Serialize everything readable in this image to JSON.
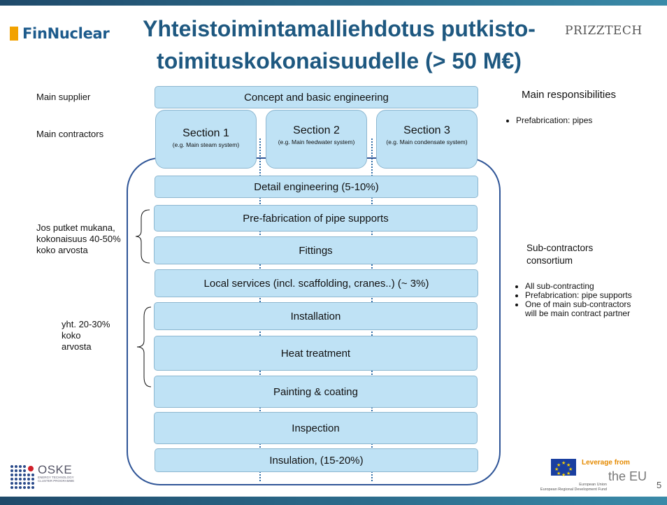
{
  "logos": {
    "finnuclear": "FinNuclear",
    "prizztech": "PRIZZTECH",
    "oske": "OSKE",
    "oske_sub1": "ENERGY TECHNOLOGY",
    "oske_sub2": "CLUSTER PROGRAMME",
    "eu_leverage": "Leverage from",
    "eu_the": "the EU",
    "eu_union": "European Union",
    "eu_fund": "European Regional Development Fund"
  },
  "title": {
    "line1": "Yhteistoimintamalliehdotus putkisto-",
    "line2": "toimituskokonaisuudelle (> 50 M€)"
  },
  "left_labels": {
    "main_supplier": "Main supplier",
    "main_contractors": "Main contractors",
    "jos_putket": "Jos putket mukana, kokonaisuus 40-50% koko arvosta",
    "yht": "yht. 20-30% koko arvosta"
  },
  "boxes": {
    "concept": "Concept and basic engineering",
    "section1_title": "Section 1",
    "section1_sub": "(e.g. Main steam system)",
    "section2_title": "Section 2",
    "section2_sub": "(e.g. Main feedwater system)",
    "section3_title": "Section 3",
    "section3_sub": "(e.g. Main condensate system)",
    "detail": "Detail engineering (5-10%)",
    "prefab": "Pre-fabrication of pipe supports",
    "fittings": "Fittings",
    "local": "Local services (incl. scaffolding, cranes..) (~ 3%)",
    "installation": "Installation",
    "heat": "Heat treatment",
    "painting": "Painting & coating",
    "inspection": "Inspection",
    "insulation": "Insulation, (15-20%)"
  },
  "right": {
    "main_resp": "Main responsibilities",
    "resp_bullet1": "Prefabrication: pipes",
    "subcon": "Sub-contractors consortium",
    "sub_bullet1": "All sub-contracting",
    "sub_bullet2": "Prefabrication: pipe supports",
    "sub_bullet3": "One of main sub-contractors will be main contract partner"
  },
  "page_number": "5"
}
